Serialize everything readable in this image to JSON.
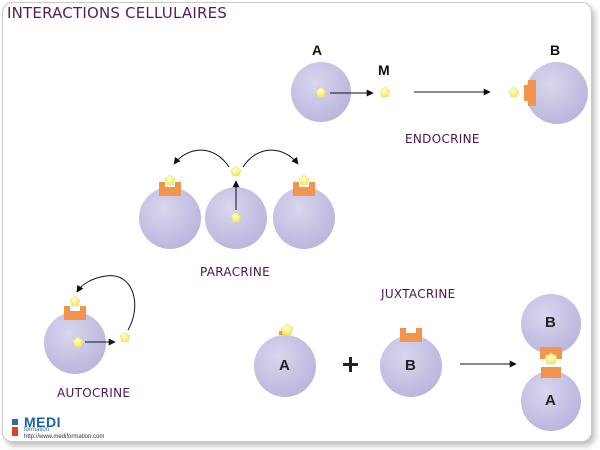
{
  "title": "INTERACTIONS CELLULAIRES",
  "sections": {
    "endocrine": {
      "label": "ENDOCRINE",
      "cell_a": "A",
      "messenger": "M",
      "cell_b": "B"
    },
    "paracrine": {
      "label": "PARACRINE"
    },
    "autocrine": {
      "label": "AUTOCRINE"
    },
    "juxtacrine": {
      "label": "JUXTACRINE",
      "cell_a": "A",
      "plus": "+",
      "cell_b": "B",
      "pair_top": "B",
      "pair_bottom": "A"
    }
  },
  "colors": {
    "cell": "#c9c5e4",
    "cell_edge": "#b3aed8",
    "receptor": "#f2944c",
    "ligand": "#f6f48a",
    "title": "#5a1a5a"
  },
  "logo": {
    "brand": "MEDI",
    "sub": "formation",
    "url": "http://www.mediformation.com"
  }
}
